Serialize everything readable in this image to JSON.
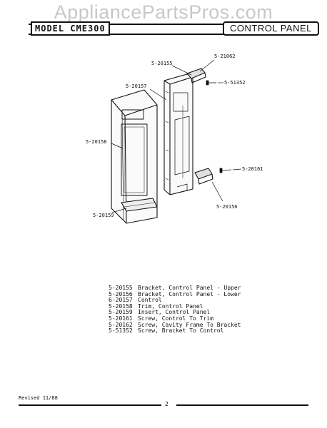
{
  "watermark": "AppliancePartsPros.com",
  "header": {
    "model_label": "MODEL CME300",
    "section_title": "CONTROL PANEL"
  },
  "callouts": {
    "p21062": "5-21062",
    "p20155": "5-20155",
    "p51352": "5-51352",
    "p20157": "5-20157",
    "p20158": "5-20158",
    "p20161": "5-20161",
    "p20156": "5-20156",
    "p20159": "5-20159"
  },
  "parts_list": [
    {
      "part_number": "5-20155",
      "description": "Bracket, Control Panel - Upper"
    },
    {
      "part_number": "5-20156",
      "description": "Bracket, Control Panel - Lower"
    },
    {
      "part_number": "6-20157",
      "description": "Control"
    },
    {
      "part_number": "5-20158",
      "description": "Trim, Control Panel"
    },
    {
      "part_number": "5-20159",
      "description": "Insert, Control Panel"
    },
    {
      "part_number": "5-20161",
      "description": "Screw, Control To Trim"
    },
    {
      "part_number": "5-20162",
      "description": "Screw, Cavity Frame To Bracket"
    },
    {
      "part_number": "5-51352",
      "description": "Screw, Bracket To Control"
    }
  ],
  "footer": {
    "revised": "Revised 11/88",
    "page_number": "2"
  }
}
